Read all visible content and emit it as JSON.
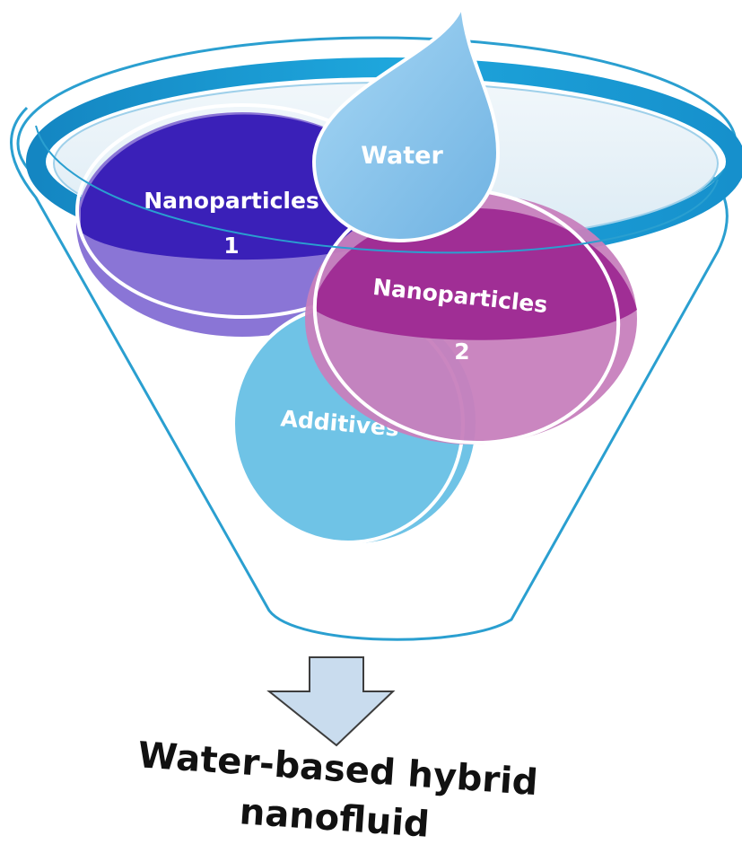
{
  "diagram": {
    "inputs": {
      "water": "Water",
      "nanoparticles_1": [
        "Nanoparticles",
        "1"
      ],
      "nanoparticles_2": [
        "Nanoparticles",
        "2"
      ],
      "additives": "Additives"
    },
    "result": [
      "Water-based hybrid",
      "nanofluid"
    ]
  },
  "colors": {
    "funnel_rim": "#1a9fd4",
    "funnel_outline": "#2a9fd0",
    "water_drop": "#8cc7ec",
    "nanoparticles_1": "#3a20b8",
    "nanoparticles_2": "#a02e95",
    "additives": "#6fc3e6",
    "arrow": "#c9dcee"
  }
}
